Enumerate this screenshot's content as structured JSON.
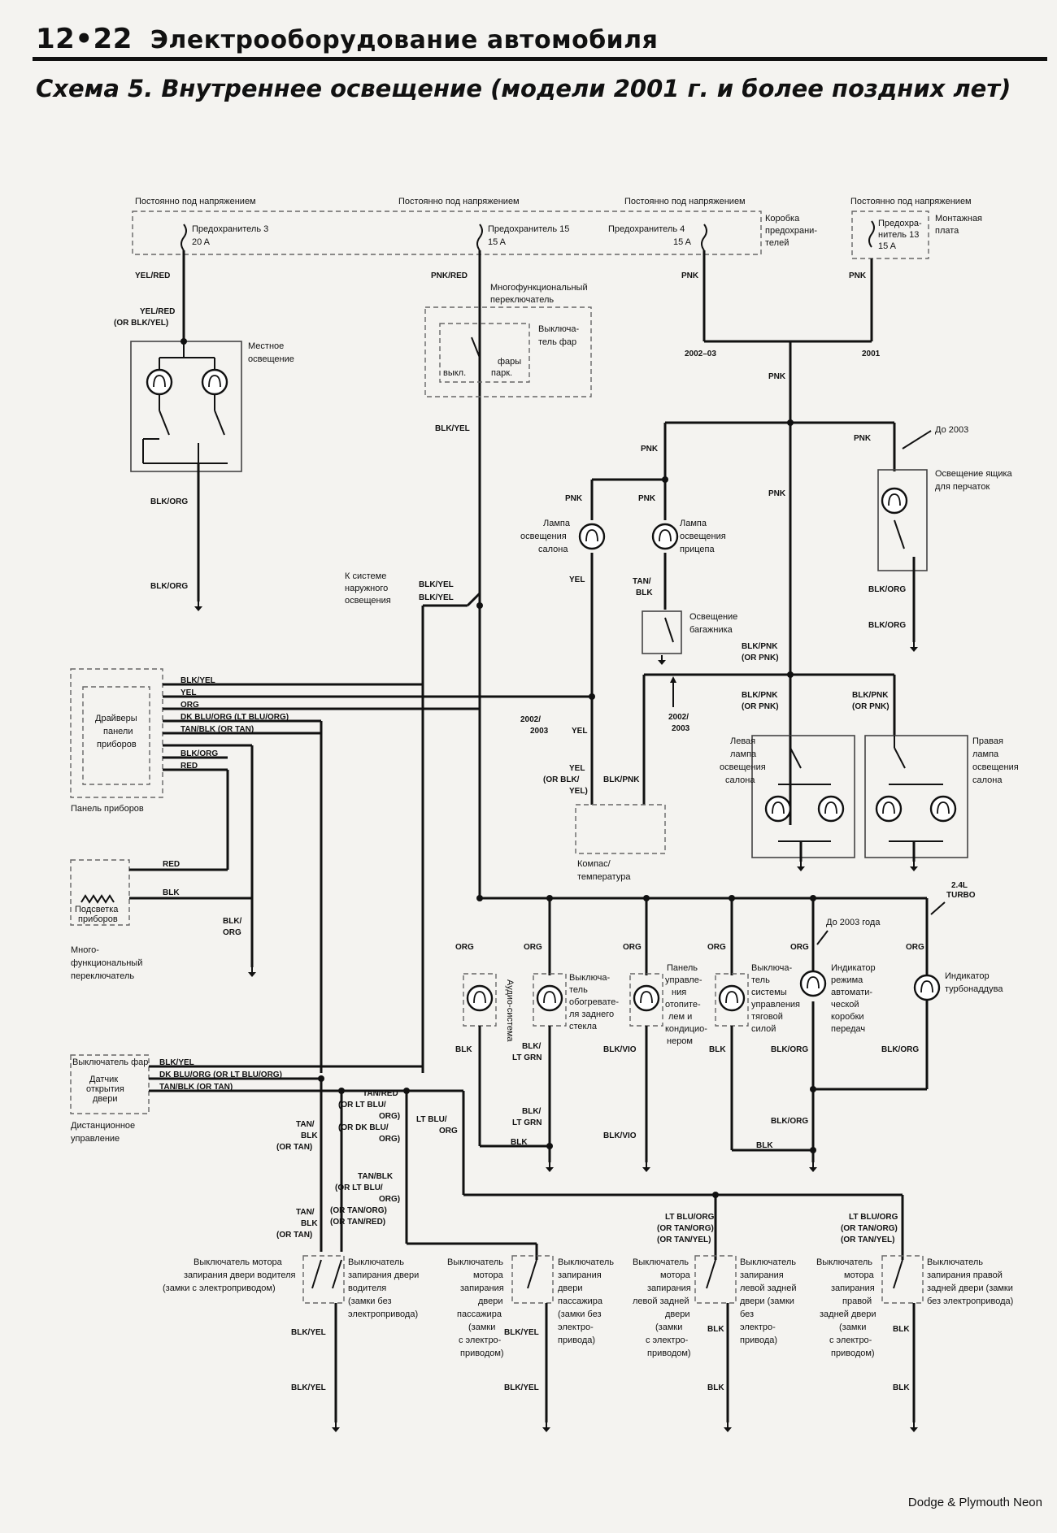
{
  "header": {
    "page_number": "12•22",
    "section": "Электрооборудование автомобиля"
  },
  "title": "Схема 5. Внутреннее освещение (модели 2001 г. и более поздних лет)",
  "footer": "Dodge & Plymouth Neon",
  "labels": {
    "hot1": "Постоянно под напряжением",
    "hot2": "Постоянно под напряжением",
    "hot3": "Постоянно под напряжением",
    "hot4": "Постоянно под напряжением",
    "fuse3a": "Предохранитель 3",
    "fuse3b": "20 A",
    "fuse15a": "Предохранитель 15",
    "fuse15b": "15 A",
    "fuse4a": "Предохранитель 4",
    "fuse4b": "15 A",
    "fuseboxA": "Коробка",
    "fuseboxB": "предохрани-",
    "fuseboxC": "телей",
    "fuse13a": "Предохра-",
    "fuse13b": "нитель 13",
    "fuse13c": "15 A",
    "jbA": "Монтажная",
    "jbB": "плата",
    "w_yelred": "YEL/RED",
    "w_yelred2": "YEL/RED",
    "w_orblkyel": "(OR BLK/YEL)",
    "localA": "Местное",
    "localB": "освещение",
    "w_blkorg1": "BLK/ORG",
    "w_blkorg2": "BLK/ORG",
    "w_pnkred": "PNK/RED",
    "multiA": "Многофункциональный",
    "multiB": "переключатель",
    "headA": "Выключа-",
    "headB": "тель фар",
    "off": "выкл.",
    "park1": "фары",
    "park2": "парк.",
    "w_blkyel1": "BLK/YEL",
    "w_pnk1": "PNK",
    "w_pnk2": "PNK",
    "y0203": "2002–03",
    "y2001": "2001",
    "w_pnk3": "PNK",
    "w_pnk4": "PNK",
    "w_pnk5": "PNK",
    "w_pnk6": "PNK",
    "w_pnk7": "PNK",
    "w_pnk8": "PNK",
    "to2003": "До 2003",
    "gloveA": "Освещение ящика",
    "gloveB": "для перчаток",
    "w_blkorg3": "BLK/ORG",
    "w_blkorg4": "BLK/ORG",
    "domeA": "Лампа",
    "domeB": "освещения",
    "domeC": "салона",
    "cargoA": "Лампа",
    "cargoB": "освещения",
    "cargoC": "прицепа",
    "w_yel1": "YEL",
    "w_tanblk1": "TAN/",
    "w_tanblk2": "BLK",
    "trunkA": "Освещение",
    "trunkB": "багажника",
    "extA": "К системе",
    "extB": "наружного",
    "extC": "освещения",
    "w_blkyel2": "BLK/YEL",
    "w_blkyel3": "BLK/YEL",
    "w_blkpnk1": "BLK/PNK",
    "w_orpnk1": "(OR PNK)",
    "w_blkpnk2": "BLK/PNK",
    "w_orpnk2": "(OR PNK)",
    "w_blkpnk3": "BLK/PNK",
    "w_orpnk3": "(OR PNK)",
    "y0203b": "2002/",
    "y0203c": "2003",
    "y0203d": "2002/",
    "y0203e": "2003",
    "w_yel2": "YEL",
    "leftLampA": "Левая",
    "leftLampB": "лампа",
    "leftLampC": "освещения",
    "leftLampD": "салона",
    "rightLampA": "Правая",
    "rightLampB": "лампа",
    "rightLampC": "освещения",
    "rightLampD": "салона",
    "w_yel3": "YEL",
    "w_orblk": "(OR BLK/",
    "w_yel4": "YEL)",
    "w_blkpnk4": "BLK/PNK",
    "compassA": "Компас/",
    "compassB": "температура",
    "w_p1": "BLK/YEL",
    "w_p2": "YEL",
    "w_p3": "ORG",
    "w_p4": "DK BLU/ORG (LT BLU/ORG)",
    "w_p5": "TAN/BLK (OR TAN)",
    "w_p6": "BLK/ORG",
    "w_p7": "RED",
    "driversA": "Драйверы",
    "driversB": "панели",
    "driversC": "приборов",
    "clusterLbl": "Панель приборов",
    "w_red2": "RED",
    "w_blk2": "BLK",
    "dimA": "Подсветка",
    "dimB": "приборов",
    "w_blkorg5": "BLK/",
    "w_blkorg6": "ORG",
    "mf2A": "Много-",
    "mf2B": "функциональный",
    "mf2C": "переключатель",
    "turboA": "2.4L",
    "turboB": "TURBO",
    "to2003b": "До 2003 года",
    "w_org1": "ORG",
    "w_org2": "ORG",
    "w_org3": "ORG",
    "w_org4": "ORG",
    "w_org5": "ORG",
    "w_org6": "ORG",
    "audio": "Аудио-система",
    "defA": "Выключа-",
    "defB": "тель",
    "defC": "обогревате-",
    "defD": "ля заднего",
    "defE": "стекла",
    "hvacA": "Панель",
    "hvacB": "управле-",
    "hvacC": "ния",
    "hvacD": "отопите-",
    "hvacE": "лем и",
    "hvacF": "кондицио-",
    "hvacG": "нером",
    "tcA": "Выключа-",
    "tcB": "тель",
    "tcC": "системы",
    "tcD": "управления",
    "tcE": "тяговой",
    "tcF": "силой",
    "atA": "Индикатор",
    "atB": "режима",
    "atC": "автомати-",
    "atD": "ческой",
    "atE": "коробки",
    "atF": "передач",
    "turA": "Индикатор",
    "turB": "турбонаддува",
    "w_blk3": "BLK",
    "w_blk4": "BLK/",
    "w_ltgrn": "LT GRN",
    "w_blkvio": "BLK/VIO",
    "w_blk5": "BLK",
    "w_blkorg7": "BLK/ORG",
    "w_blkorg8": "BLK/ORG",
    "w_blk6": "BLK/",
    "w_ltgrn2": "LT GRN",
    "w_blk7": "BLK",
    "w_blkvio2": "BLK/VIO",
    "w_blk8": "BLK",
    "w_blkorg9": "BLK/ORG",
    "hsA": "Выключатель фар",
    "ddA": "Датчик",
    "ddB": "открытия",
    "ddC": "двери",
    "w_q1": "BLK/YEL",
    "w_q2": "DK BLU/ORG (OR LT BLU/ORG)",
    "w_q3": "TAN/BLK (OR TAN)",
    "rkA": "Дистанционное",
    "rkB": "управление",
    "w_tr1": "TAN/RED",
    "w_tr2": "(OR LT BLU/",
    "w_tr3": "ORG)",
    "w_tr4": "(OR DK BLU/",
    "w_tr5": "ORG)",
    "w_ltbluorg1": "LT BLU/",
    "w_ltbluorg2": "ORG",
    "w_tan1": "TAN/",
    "w_tan2": "BLK",
    "w_tan3": "(OR TAN)",
    "w_tb1": "TAN/BLK",
    "w_tb2": "(OR LT BLU/",
    "w_tb3": "ORG)",
    "w_tb4": "(OR TAN/ORG)",
    "w_tb5": "(OR TAN/RED)",
    "w_tan4": "TAN/",
    "w_tan5": "BLK",
    "w_tan6": "(OR TAN)",
    "w_lb1": "LT BLU/ORG",
    "w_lb2": "(OR TAN/ORG)",
    "w_lb3": "(OR TAN/YEL)",
    "w_lb4": "LT BLU/ORG",
    "w_lb5": "(OR TAN/ORG)",
    "w_lb6": "(OR TAN/YEL)",
    "drvMotA": "Выключатель мотора",
    "drvMotB": "запирания двери водителя",
    "drvMotC": "(замки с электроприводом)",
    "drvSwA": "Выключатель",
    "drvSwB": "запирания двери",
    "drvSwC": "водителя",
    "drvSwD": "(замки без",
    "drvSwE": "электропривода)",
    "pasMotA": "Выключатель",
    "pasMotB": "мотора",
    "pasMotC": "запирания",
    "pasMotD": "двери",
    "pasMotE": "пассажира",
    "pasMotF": "(замки",
    "pasMotG": "с электро-",
    "pasMotH": "приводом)",
    "pasSwA": "Выключатель",
    "pasSwB": "запирания",
    "pasSwC": "двери",
    "pasSwD": "пассажира",
    "pasSwE": "(замки без",
    "pasSwF": "электро-",
    "pasSwG": "привода)",
    "lrMotA": "Выключатель",
    "lrMotB": "мотора",
    "lrMotC": "запирания",
    "lrMotD": "левой задней",
    "lrMotE": "двери",
    "lrMotF": "(замки",
    "lrMotG": "с электро-",
    "lrMotH": "приводом)",
    "lrSwA": "Выключатель",
    "lrSwB": "запирания",
    "lrSwC": "левой задней",
    "lrSwD": "двери (замки",
    "lrSwE": "без",
    "lrSwF": "электро-",
    "lrSwG": "привода)",
    "rrMotA": "Выключатель",
    "rrMotB": "мотора",
    "rrMotC": "запирания",
    "rrMotD": "правой",
    "rrMotE": "задней двери",
    "rrMotF": "(замки",
    "rrMotG": "с электро-",
    "rrMotH": "приводом)",
    "rrSwA": "Выключатель",
    "rrSwB": "запирания правой",
    "rrSwC": "задней двери (замки",
    "rrSwD": "без электропривода)",
    "w_by1": "BLK/YEL",
    "w_by2": "BLK/YEL",
    "w_by3": "BLK/YEL",
    "w_by4": "BLK/YEL",
    "w_b1": "BLK",
    "w_b2": "BLK",
    "w_b3": "BLK",
    "w_b4": "BLK"
  }
}
